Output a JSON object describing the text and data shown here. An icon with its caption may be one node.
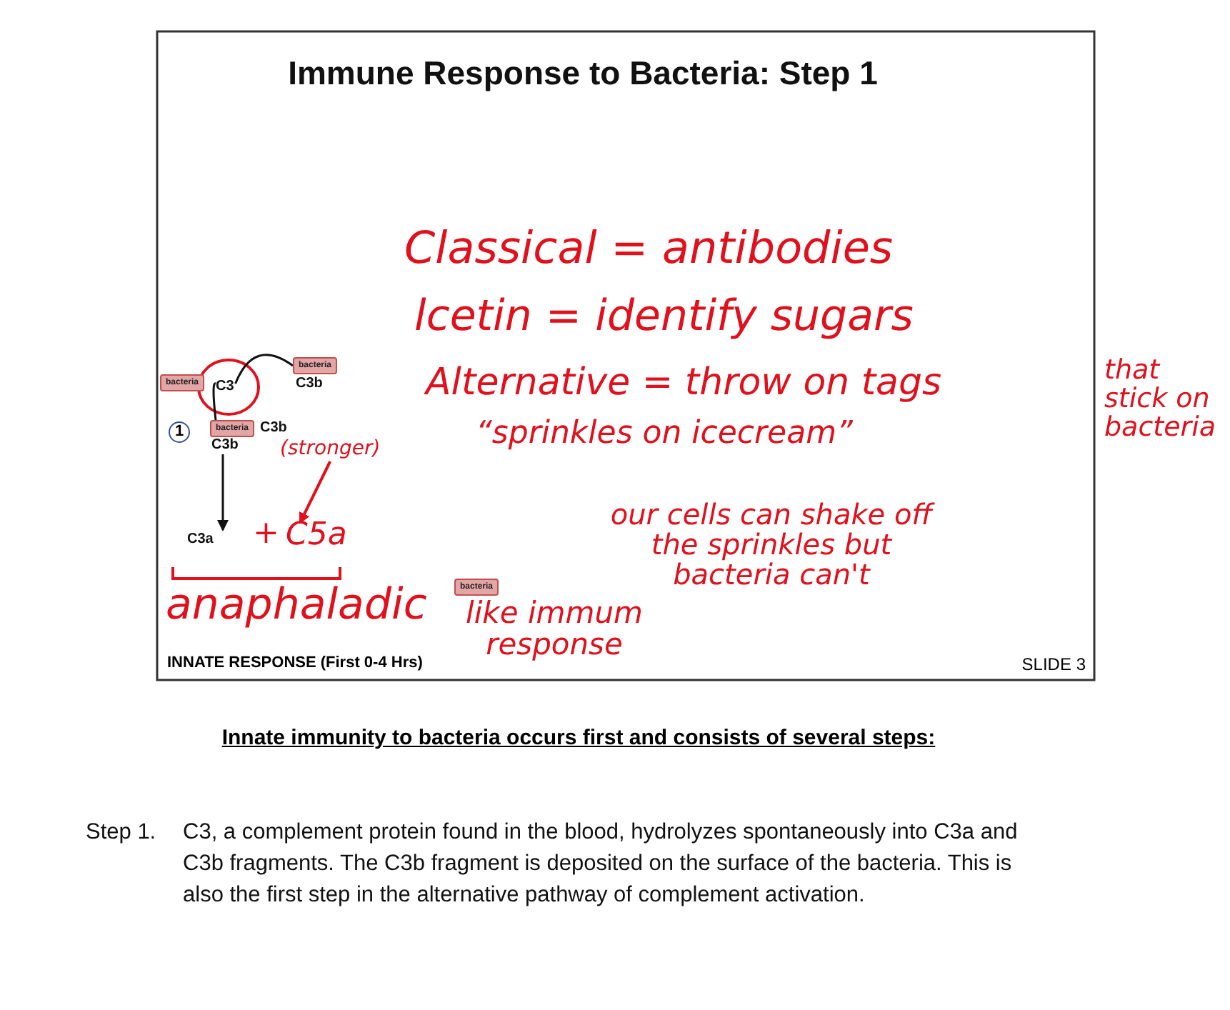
{
  "diagram": {
    "title": "Immune Response to Bacteria: Step 1",
    "caption": "Innate immunity to bacteria occurs first and consists of several steps:",
    "nodes": [
      {
        "text": [
          "bacteria"
        ]
      },
      {
        "text": [
          "C3"
        ]
      },
      {
        "text": [
          "bacteria"
        ],
        "beside": [
          "C3b"
        ]
      },
      {
        "text": [
          "bacteria"
        ],
        "beside": [
          "C3b"
        ]
      },
      {
        "text": [
          "C3b"
        ]
      },
      {
        "text": [
          "C3a"
        ]
      },
      {
        "text": [
          "(stronger)"
        ]
      },
      {
        "text": [
          "C5a"
        ]
      },
      {
        "text": [
          "bacteria"
        ]
      }
    ],
    "edges": [
      {
        "from": 3,
        "to": 1,
        "arrow": "none"
      },
      {
        "from": 1,
        "to": 2,
        "arrow": "none"
      },
      {
        "from": 4,
        "to": 5,
        "arrow": "to"
      },
      {
        "from": 6,
        "to": 7,
        "arrow": "to",
        "color": "#e0101c"
      }
    ],
    "labels": [
      "Classical = antibodies",
      "lcetin = identify sugars",
      "Alternative = throw on tags",
      "that stick on bacteria",
      "1",
      "“sprinkles on icecream”",
      "+",
      "our cells can shake off the sprinkles but bacteria can't",
      "anaphaladic",
      "like immum response",
      "INNATE RESPONSE (First 0-4 Hrs)",
      "SLIDE 3",
      "Step 1.",
      "C3, a complement protein found in the blood, hydrolyzes spontaneously into C3a and C3b fragments. The C3b fragment is deposited on the surface of the bacteria. This is also the first step in the alternative pathway of complement activation."
    ]
  }
}
